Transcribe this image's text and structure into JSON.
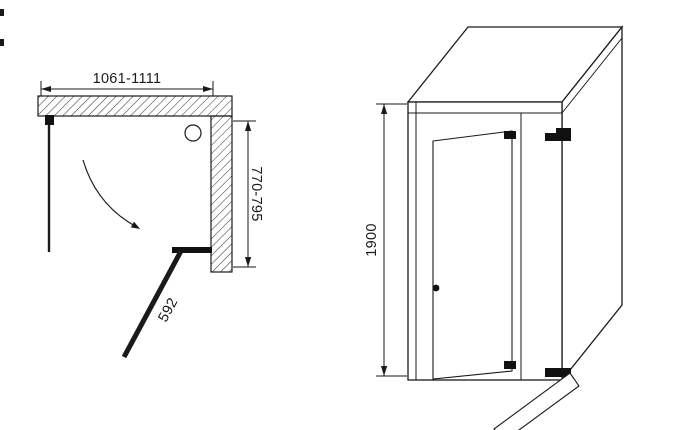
{
  "page": {
    "background_color": "#ffffff",
    "line_color": "#1a1a1a"
  },
  "plan_view": {
    "width_label": "1061-1111",
    "depth_label": "770-795",
    "door_width_label": "592"
  },
  "perspective_view": {
    "height_label": "1900"
  }
}
